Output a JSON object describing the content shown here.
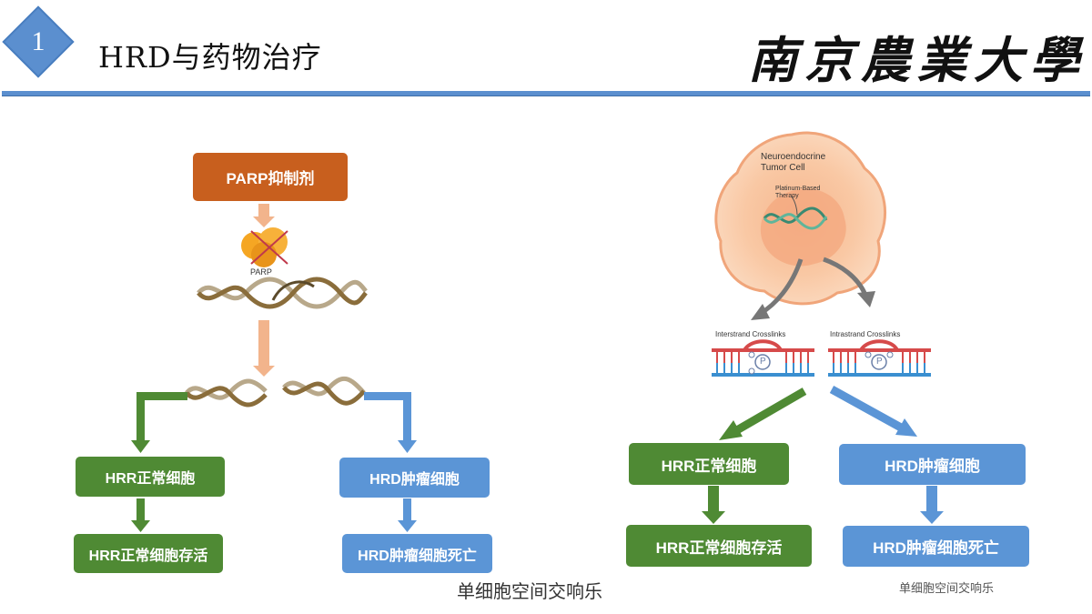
{
  "header": {
    "number": "1",
    "title": "HRD与药物治疗",
    "logo_text": "南京農業大學"
  },
  "left": {
    "top_box": "PARP抑制剂",
    "parp_label": "PARP",
    "hrr_normal": "HRR正常细胞",
    "hrr_survive": "HRR正常细胞存活",
    "hrd_tumor": "HRD肿瘤细胞",
    "hrd_death": "HRD肿瘤细胞死亡",
    "watermark": "单细胞空间交响乐"
  },
  "right": {
    "cell_label_1": "Neuroendocrine",
    "cell_label_2": "Tumor Cell",
    "therapy_1": "Platinum-Based",
    "therapy_2": "Therapy",
    "inter_label": "Interstrand Crosslinks",
    "intra_label": "Intrastrand Crosslinks",
    "p_symbol": "P",
    "hrr_normal": "HRR正常细胞",
    "hrd_tumor": "HRD肿瘤细胞",
    "hrr_survive": "HRR正常细胞存活",
    "hrd_death": "HRD肿瘤细胞死亡",
    "watermark": "单细胞空间交响乐"
  },
  "colors": {
    "accent_blue": "#5b8fcf",
    "green": "#4f8a34",
    "blue": "#5b95d6",
    "orange": "#c85f1e",
    "arrow_peach": "#f2b48c"
  }
}
